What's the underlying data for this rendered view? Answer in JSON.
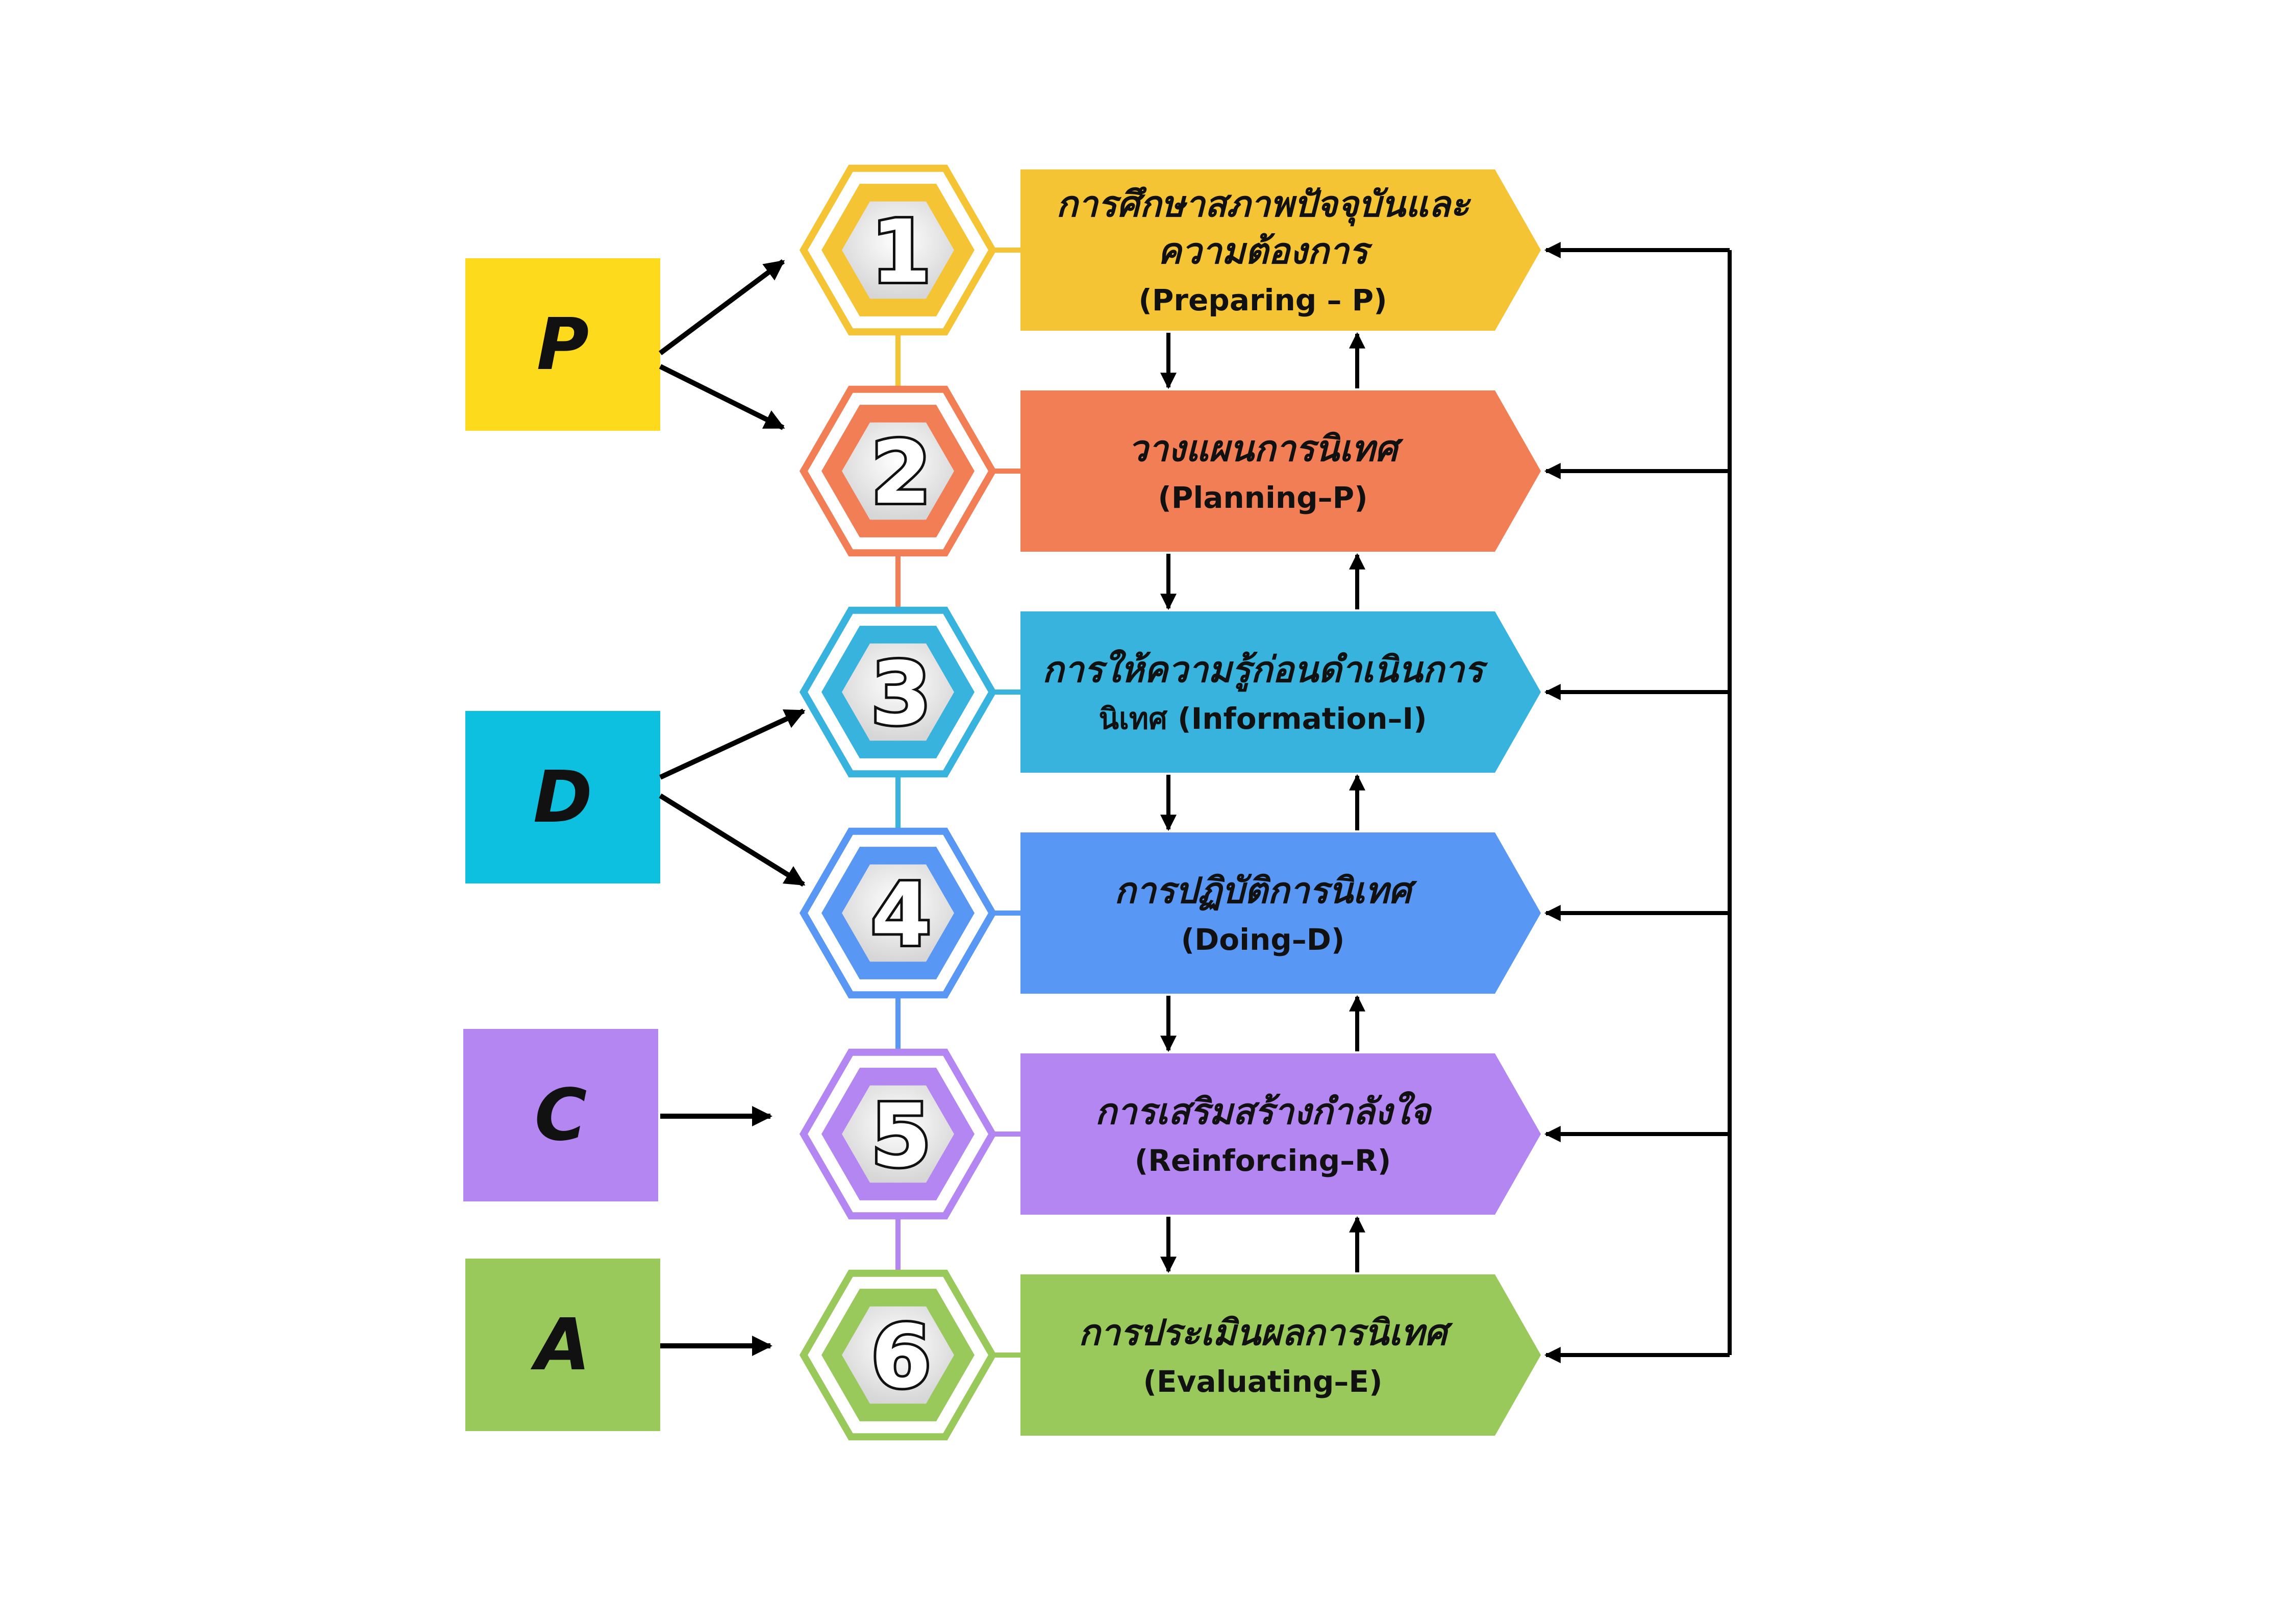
{
  "phases": [
    {
      "letter": "P",
      "color": "#FEDA1C"
    },
    {
      "letter": "D",
      "color": "#0EC0E0"
    },
    {
      "letter": "C",
      "color": "#B386F2"
    },
    {
      "letter": "A",
      "color": "#98C95A"
    }
  ],
  "steps": [
    {
      "number": "1",
      "color": "#F4C434",
      "lines": [
        "การศึกษาสภาพปัจจุบันและ",
        "ความต้องการ"
      ],
      "sub": "(Preparing – P)",
      "phase": "P"
    },
    {
      "number": "2",
      "color": "#F27E56",
      "lines": [
        "วางแผนการนิเทศ"
      ],
      "sub": "(Planning–P)",
      "phase": "P"
    },
    {
      "number": "3",
      "color": "#38B3DE",
      "lines": [
        "การให้ความรู้ก่อนดำเนินการ"
      ],
      "sub": "นิเทศ (Information–I)",
      "phase": "D"
    },
    {
      "number": "4",
      "color": "#5997F5",
      "lines": [
        "การปฏิบัติการนิเทศ"
      ],
      "sub": "(Doing–D)",
      "phase": "D"
    },
    {
      "number": "5",
      "color": "#B386F2",
      "lines": [
        "การเสริมสร้างกำลังใจ"
      ],
      "sub": "(Reinforcing–R)",
      "phase": "C"
    },
    {
      "number": "6",
      "color": "#98C95A",
      "lines": [
        "การประเมินผลการนิเทศ"
      ],
      "sub": "(Evaluating–E)",
      "phase": "A"
    }
  ]
}
